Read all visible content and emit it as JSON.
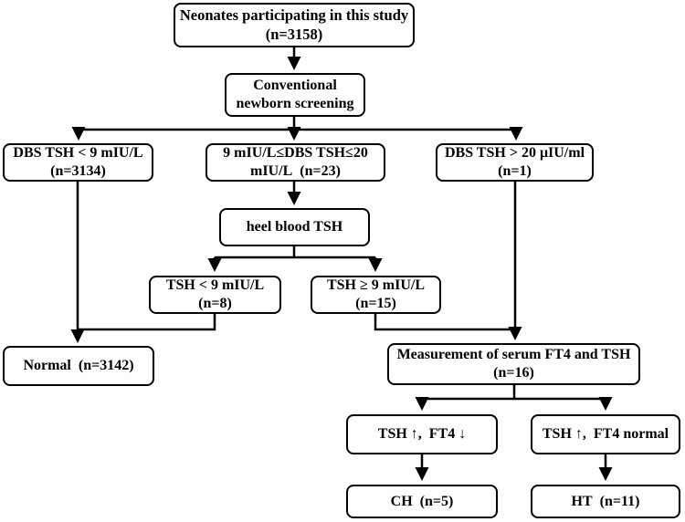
{
  "colors": {
    "line": "#000000",
    "box_bg": "#ffffff",
    "text": "#000000"
  },
  "nodes": {
    "neonates": {
      "lines": [
        "Neonates participating in this study",
        "(n=3158)"
      ]
    },
    "conventional": {
      "lines": [
        "Conventional",
        "newborn screening"
      ]
    },
    "dbs_low": {
      "lines": [
        "DBS TSH < 9 mIU/L",
        "(n=3134)"
      ]
    },
    "dbs_mid": {
      "lines": [
        "9 mIU/L≤DBS TSH≤20",
        "mIU/L  (n=23)"
      ]
    },
    "dbs_high": {
      "lines": [
        "DBS TSH > 20 μIU/ml",
        "(n=1)"
      ]
    },
    "heel": {
      "lines": [
        "heel blood TSH"
      ]
    },
    "tsh_low": {
      "lines": [
        "TSH < 9 mIU/L",
        "(n=8)"
      ]
    },
    "tsh_high": {
      "lines": [
        "TSH ≥ 9 mIU/L",
        "(n=15)"
      ]
    },
    "normal": {
      "lines": [
        "Normal  (n=3142)"
      ]
    },
    "measurement": {
      "lines": [
        "Measurement of serum FT4 and TSH",
        "(n=16)"
      ]
    },
    "tsh_up_ft4_down": {
      "lines": [
        "TSH ↑,  FT4 ↓"
      ]
    },
    "tsh_up_ft4_normal": {
      "lines": [
        "TSH ↑,  FT4 normal"
      ]
    },
    "ch": {
      "lines": [
        "CH  (n=5)"
      ]
    },
    "ht": {
      "lines": [
        "HT  (n=11)"
      ]
    }
  }
}
